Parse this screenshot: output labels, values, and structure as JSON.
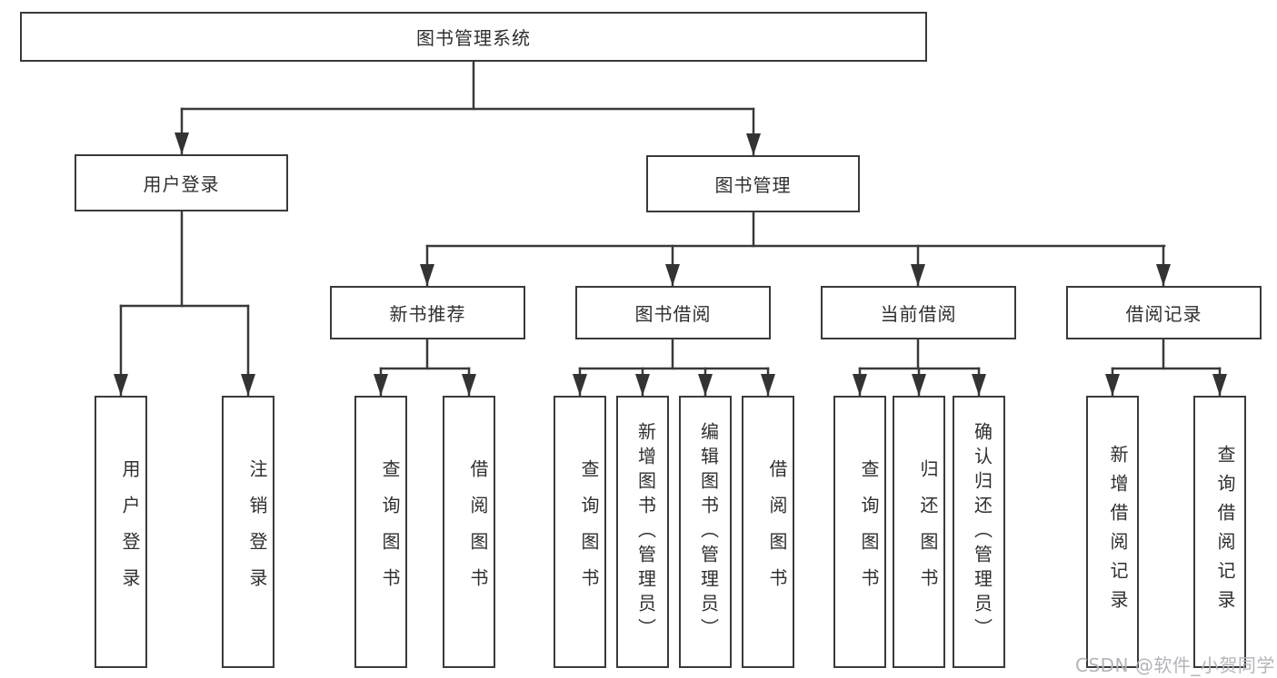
{
  "diagram": {
    "line_color": "#3a3a3a",
    "nodes": {
      "root": "图书管理系统",
      "userLogin": "用户登录",
      "bookMgmt": "图书管理",
      "newBooks": "新书推荐",
      "bookBorrow": "图书借阅",
      "currentBorrow": "当前借阅",
      "borrowRecords": "借阅记录",
      "leafUserLogin": "用户登录",
      "leafLogout": "注销登录",
      "leafNbQuery": "查询图书",
      "leafNbBorrow": "借阅图书",
      "leafBbQuery": "查询图书",
      "leafBbAdd": "新增图书（管理员）",
      "leafBbEdit": "编辑图书（管理员）",
      "leafBbBorrow": "借阅图书",
      "leafCbQuery": "查询图书",
      "leafCbReturn": "归还图书",
      "leafCbConfirm": "确认归还（管理员）",
      "leafBrAdd": "新增借阅记录",
      "leafBrQuery": "查询借阅记录"
    }
  },
  "watermark": {
    "text": "CSDN @软件_小贺同学",
    "color": "#b4b4ba"
  }
}
